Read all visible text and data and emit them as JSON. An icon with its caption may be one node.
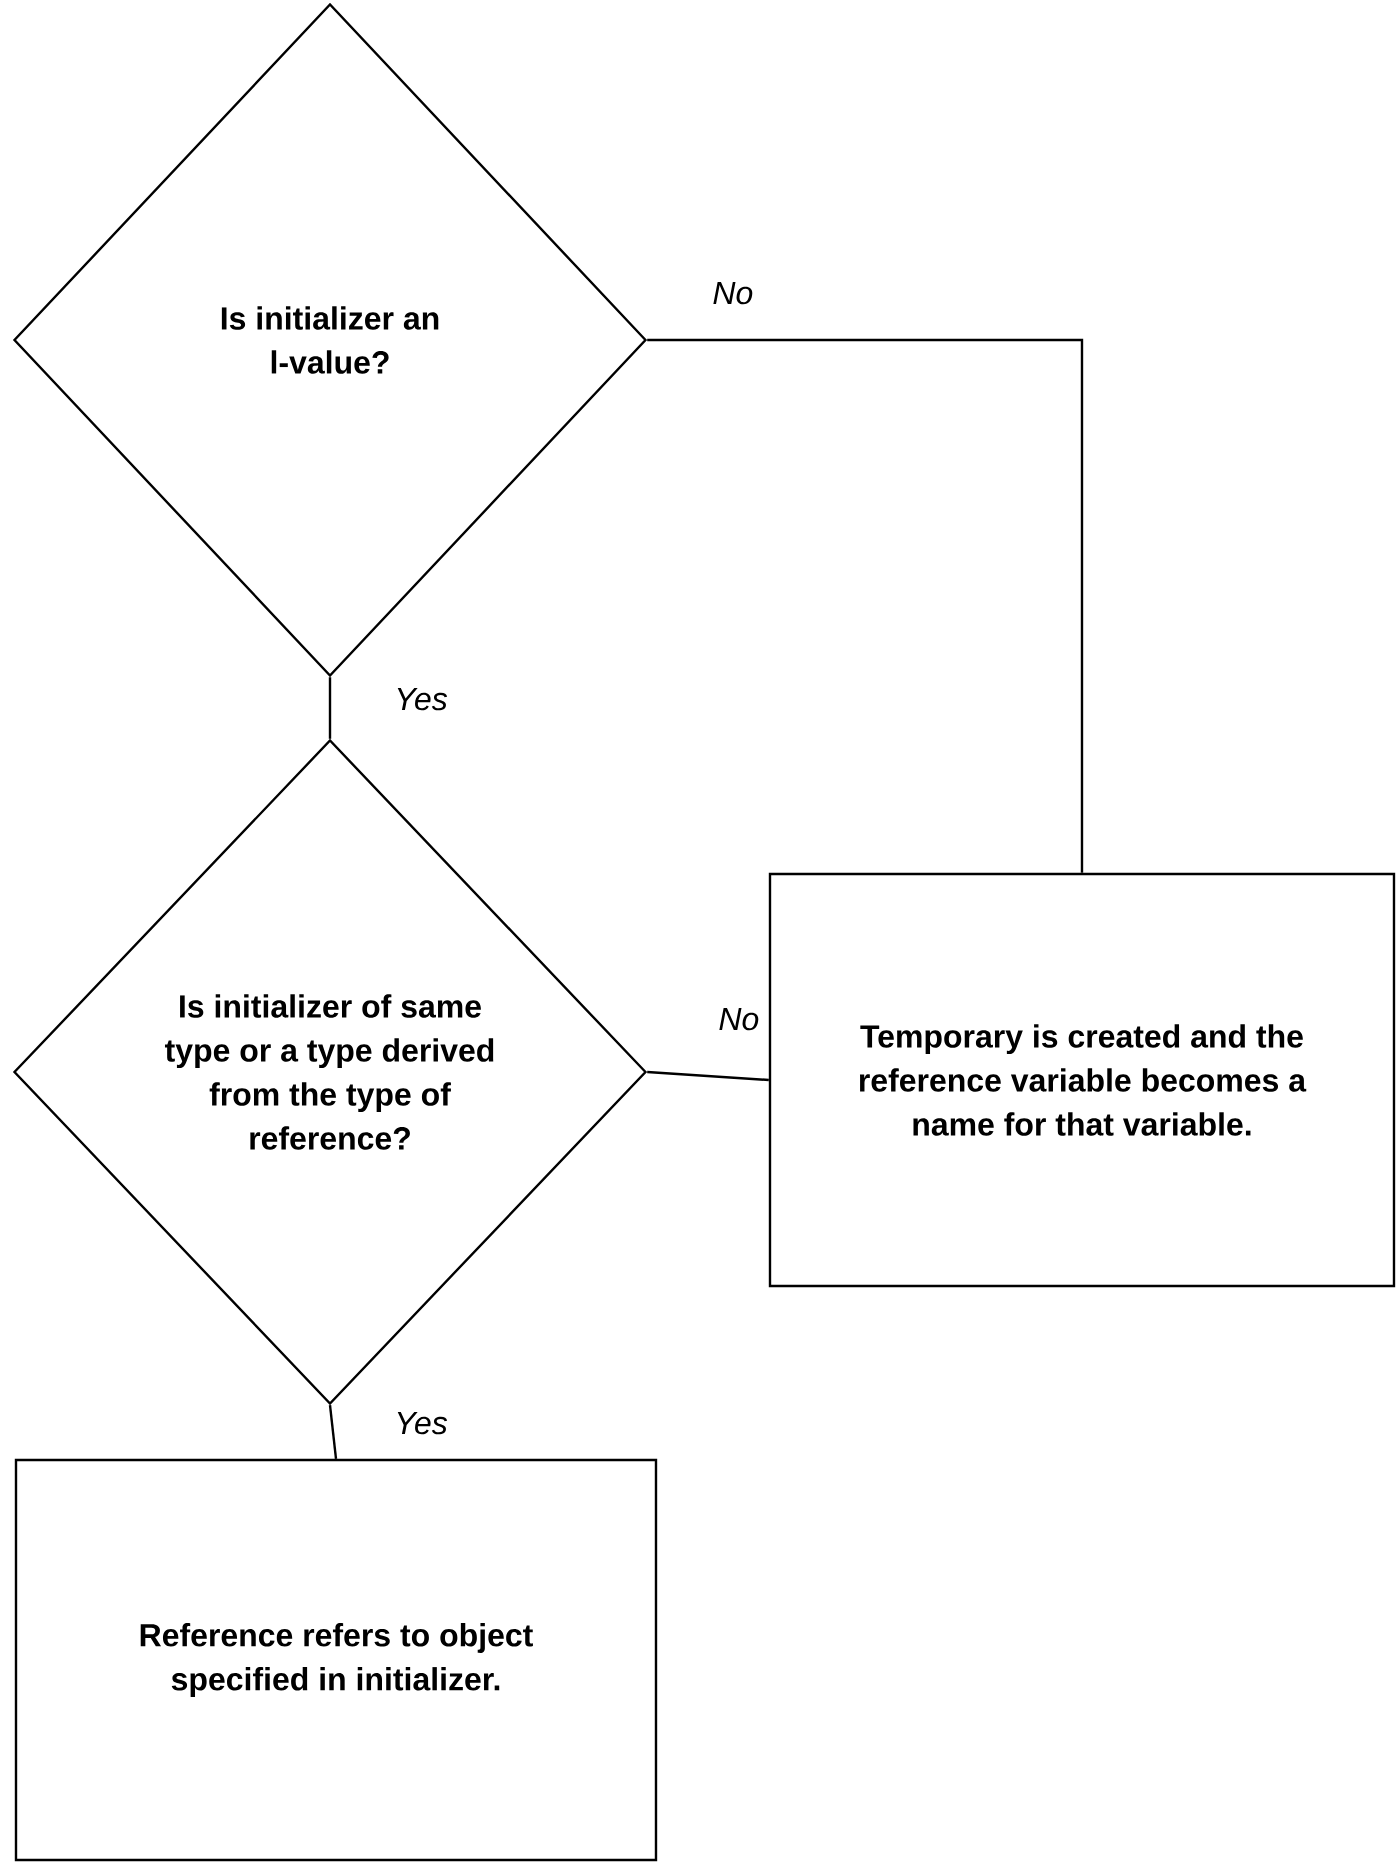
{
  "diagram": {
    "nodes": [
      {
        "text": [
          "Is initializer an l-value?"
        ]
      },
      {
        "text": [
          "Is initializer of same type or a type derived from the type of reference?"
        ]
      },
      {
        "text": [
          "Temporary is created and the reference variable becomes a name for that variable."
        ]
      },
      {
        "text": [
          "Reference refers to object specified in initializer."
        ]
      }
    ],
    "edges": [
      {
        "from": 0,
        "to": 2,
        "arrow": "none",
        "label": "No"
      },
      {
        "from": 0,
        "to": 1,
        "arrow": "none",
        "label": "Yes"
      },
      {
        "from": 1,
        "to": 2,
        "arrow": "none",
        "label": "No"
      },
      {
        "from": 1,
        "to": 3,
        "arrow": "none",
        "label": "Yes"
      }
    ]
  }
}
